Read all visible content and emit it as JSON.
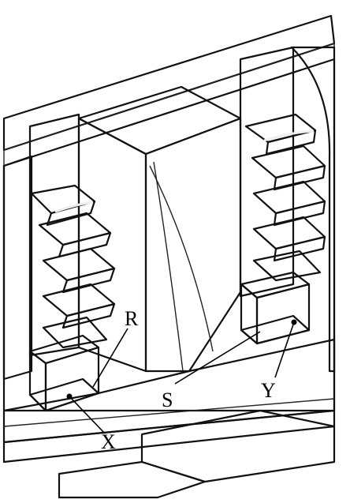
{
  "figure": {
    "labels": {
      "r": "R",
      "s": "S",
      "x": "X",
      "y": "Y"
    },
    "colors": {
      "background": "#ffffff",
      "wall_light": "#c9c9c9",
      "wall_mid": "#b3b3b3",
      "wall_dark": "#9a9a9a",
      "face_top": "#bdbdbd",
      "face_front": "#a8a8a8",
      "face_side": "#8f8f8f",
      "highlight": "#e6e6e6",
      "edge": "#111111"
    }
  }
}
